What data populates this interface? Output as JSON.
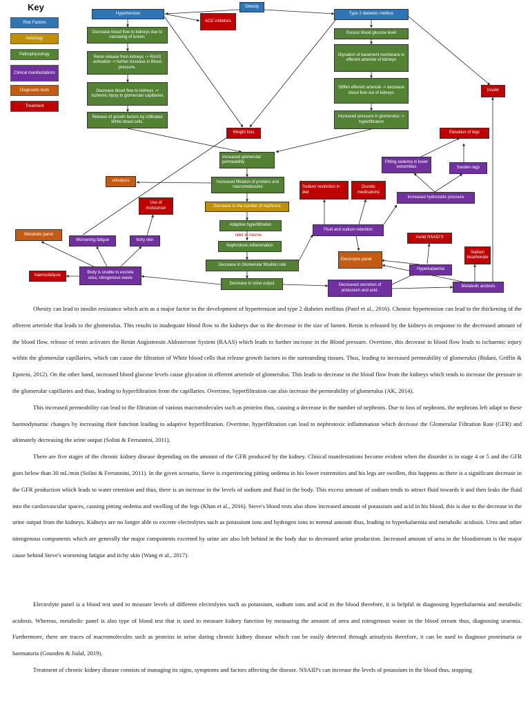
{
  "key": {
    "title": "Key",
    "items": [
      {
        "label": "Risk Factors",
        "color": "#2e75b6"
      },
      {
        "label": "Aetiology",
        "color": "#bf9000"
      },
      {
        "label": "Pathophysiology",
        "color": "#548235"
      },
      {
        "label": "Clinical manifestations",
        "color": "#7030a0"
      },
      {
        "label": "Diagnostic tests",
        "color": "#c55a11"
      },
      {
        "label": "Treatment",
        "color": "#c00000"
      }
    ]
  },
  "nodes": {
    "obesity": "Obesity",
    "hypertension": "Hypertension",
    "ace": "ACE inhibitors",
    "t2dm": "Type 2 diabetes mellitus",
    "h1": "Decrease blood flow to kidneys due to narrowing of lumen.",
    "h2": "Renin release from kidneys -> RAAS activation -> further increase in Blood pressure.",
    "h3": "Decrease blood flow to kidneys -> ischemic injury to glomerular capillaries",
    "h4": "Release of growth factors by infiltrated White blood cells.",
    "d1": "Excess blood glucose level",
    "d2": "Glycation of basement membrane in efferent arteriole of kidneys",
    "d3": "Stiffen efferent arteriole -> decrease blood flow out of kidneys",
    "d4": "Increased pressure in glomerulus -> hyperfiltration",
    "insulin": "Insulin",
    "weight": "Weight loss",
    "perm": "Increased glomerular permeability",
    "filtration": "Increased filtration of proteins and macromolecules",
    "urinalysis": "urinalysis",
    "nephrons": "Decrease in the number of nephrons",
    "adaptive": "Adaptive hyperfiltration",
    "later": "later in course",
    "inflam": "Nephrotoxic inflammation",
    "gfr": "Decrease in Glomerular filtration rate",
    "urine": "Decrease in urine output",
    "moist": "Use of moisturiser",
    "metabolic": "Metabolic panel",
    "fatigue": "Worsening fatigue",
    "itchy": "Itchy skin",
    "haemo": "haemodialysis",
    "body": "Body is unable to excrete urea, nitrogenous waste",
    "elevation": "Elevation of legs",
    "pitting": "Pitting oedema in lower extremities",
    "swollen": "Swollen legs",
    "sodiumrest": "Sodium restriction in diet",
    "diuretic": "Diuretic medications",
    "hydro": "Increased hydrostatic pressure",
    "fluid": "Fluid and sodium retention",
    "nsaid": "Avoid NSAID'S",
    "electrolyte": "Electrolyte panel",
    "sodiumbicarb": "Sodium bicarbonate",
    "hyperk": "Hyperkalaemia",
    "secretion": "Decreased secretion of potassium and acid.",
    "acidosis": "Metabolic acidosis"
  },
  "paragraphs": [
    "Obesity can lead to insulin resistance which acts as a major factor in the development of hypertension and type 2 diabetes mellitus (Patel et al., 2016). Chronic hypertension can lead to the thickening of the afferent arteriole that leads to the glomerulus. This results in inadequate blood flow to the kidneys due to the decrease in the size of lumen. Renin is released by the kidneys in response to the decreased amount of the blood flow, release of renin activates the Renin Angiotensin Aldosterone System (RAAS) which leads to further increase in the Blood pressure. Overtime, this decrease in blood flow leads to ischaemic injury within the glomerular capillaries, which can cause the filtration of White blood cells that release growth factors in the surrounding tissues. Thus, leading to increased permeability of glomerulus (Bidani, Griffin & Epstein, 2012). On the other hand, increased blood glucose levels cause glycation in efferent arteriole of glomerulus. This leads to decrease in the blood flow from the kidneys which tends to increase the pressure in the glomerular capillaries and thus, leading to hyperfiltration from the capillaries. Overtime, hyperfiltration can also increase the permeability of glomerulus (AK, 2014).",
    "This increased permeability can lead to the filtration of various macromolecules such as proteins thus, causing a decrease in the number of nephrons. Due to loss of nephrons, the nephrons left adapt to these haemodynamic changes by increasing their function leading to adaptive hyperfiltration. Overtime, hyperfiltration can lead to nephrotoxic inflammation which decrease the Glomerular Filtration Rate (GFR) and ultimately decreasing the urine output (Solini & Ferrannini, 2011).",
    "There are five stages of the chronic kidney disease depending on the amount of the GFR produced by the kidney. Clinical manifestations become evident when the disorder is in stage 4 or 5 and the GFR goes below than 30 mL/min (Solini & Ferrannini, 2011). In the given scenario, Steve is experiencing pitting oedema in his lower extremities and his legs are swollen, this happens as there is a significant decrease in the GFR production which leads to water retention and thus, there is an increase in the levels of sodium and fluid in the body. This excess amount of sodium tends to attract fluid towards it and then leaks the fluid into the cardiovascular spaces, causing pitting oedema and swelling of the legs (Khan et al., 2016). Steve's blood tests also show increased amount of potassium and acid in his blood, this is due to the decrease in the urine output from the kidneys. Kidneys are no longer able to excrete electrolytes such as potassium ions and hydrogen ions in normal amount thus, leading to hyperkalaemia and metabolic acidosis. Urea and other nitrogenous components which are generally the major components excreted by urine are also left behind in the body due to decreased urine production. Increased amount of urea in the bloodstream is the major cause behind Steve's worsening fatigue and itchy skin (Wang et al., 2017).",
    "Electrolyte panel is a blood test used to measure levels of different electrolytes such as potassium, sodium ions and acid in the blood therefore, it is helpful in diagnosing hyperkalaemia and metabolic acidosis. Whereas, metabolic panel is also type of blood test that is used to measure kidney function by measuring the amount of urea and nitrogenous waste in the blood stream thus, diagnosing uraemia. Furthermore, there are traces of macromolecules such as proteins in urine during chronic kidney disease which can be easily detected through urinalysis therefore, it can be used to diagnose proteinuria or haematuria (Gounden & Jialal, 2019).",
    "Treatment of chronic kidney disease consists of managing its signs, symptoms and factors affecting the disease. NSAID's can increase the levels of potassium in the blood thus, stopping"
  ]
}
